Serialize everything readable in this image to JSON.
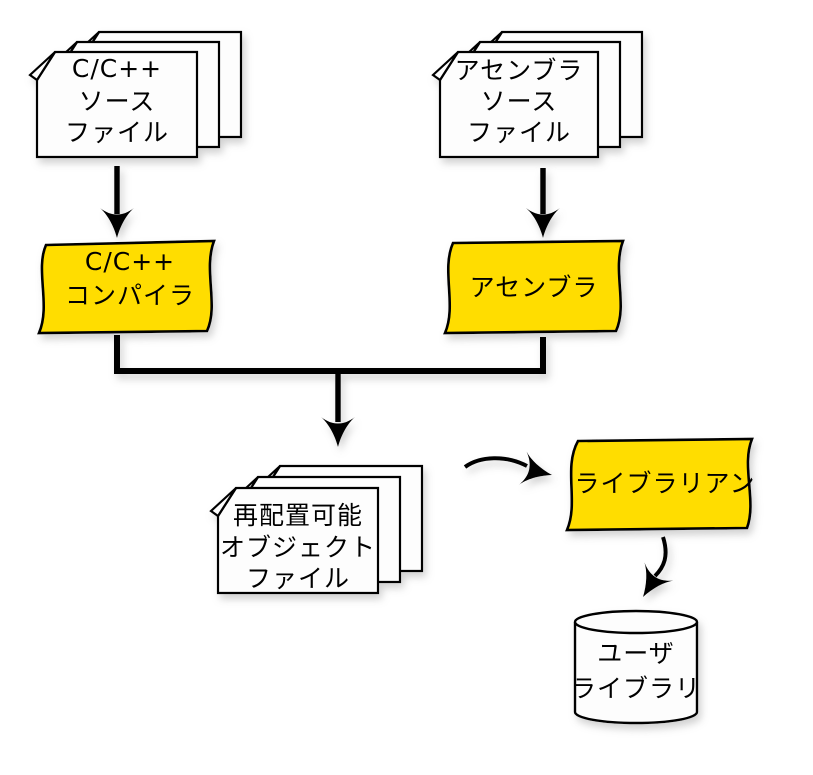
{
  "diagram": {
    "title": "",
    "colors": {
      "background": "#FFFFFF",
      "node_yellow": "#FFDD00",
      "page_fill": "#FDFDFD",
      "outline": "#000000",
      "text": "#000000"
    },
    "nodes": {
      "cpp_source": {
        "type": "document-stack",
        "lines": [
          "C/C++",
          "ソース",
          "ファイル"
        ]
      },
      "asm_source": {
        "type": "document-stack",
        "lines": [
          "アセンブラ",
          "ソース",
          "ファイル"
        ]
      },
      "cpp_compiler": {
        "type": "process-tape",
        "lines": [
          "C/C++",
          "コンパイラ"
        ]
      },
      "assembler": {
        "type": "process-tape",
        "label": "アセンブラ"
      },
      "object_files": {
        "type": "document-stack",
        "lines": [
          "再配置可能",
          "オブジェクト",
          "ファイル"
        ]
      },
      "librarian": {
        "type": "process-tape",
        "label": "ライブラリアン"
      },
      "user_library": {
        "type": "datastore-cylinder",
        "lines": [
          "ユーザ",
          "ライブラリ"
        ]
      }
    },
    "edges": [
      {
        "from": "cpp_source",
        "to": "cpp_compiler",
        "style": "straight-arrow"
      },
      {
        "from": "asm_source",
        "to": "assembler",
        "style": "straight-arrow"
      },
      {
        "from": "cpp_compiler",
        "to": "object_files",
        "style": "merged-arrow"
      },
      {
        "from": "assembler",
        "to": "object_files",
        "style": "merged-arrow"
      },
      {
        "from": "object_files",
        "to": "librarian",
        "style": "curved-arrow"
      },
      {
        "from": "librarian",
        "to": "user_library",
        "style": "curved-arrow"
      }
    ]
  }
}
